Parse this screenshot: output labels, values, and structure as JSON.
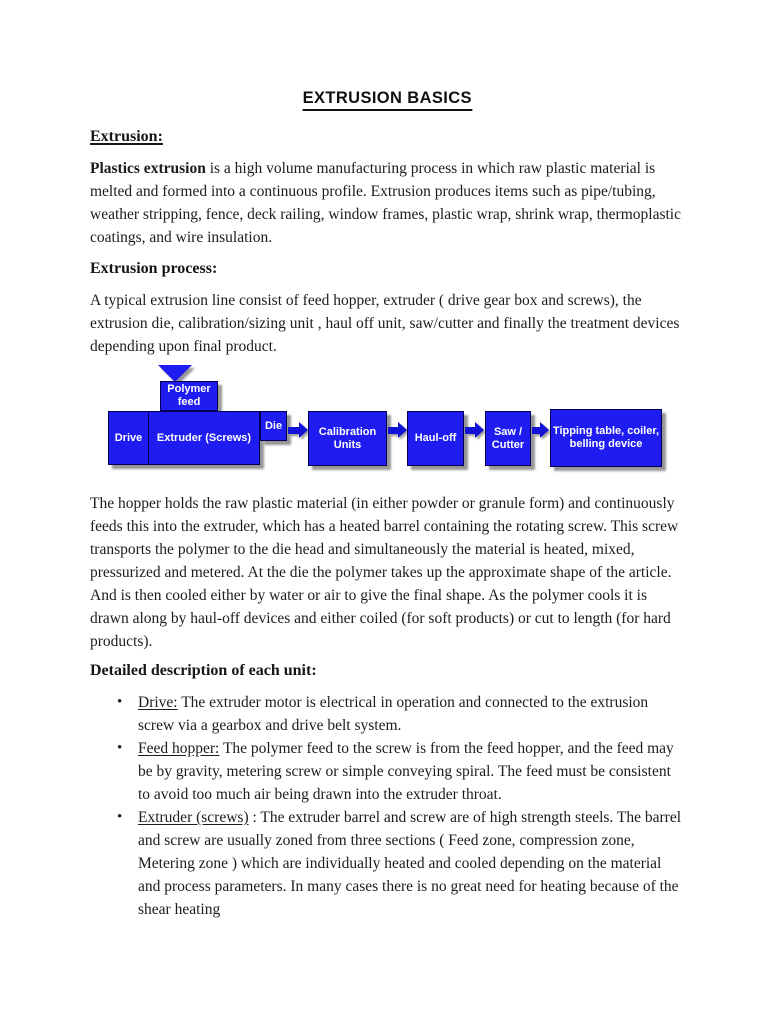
{
  "document": {
    "title": "EXTRUSION BASICS",
    "extrusion_heading": "Extrusion:",
    "intro_bold": "Plastics extrusion",
    "intro_rest": " is a high volume manufacturing process in which raw plastic material is melted and formed into a continuous profile. Extrusion produces items such as pipe/tubing, weather stripping, fence, deck railing, window frames, plastic wrap, shrink wrap, thermoplastic coatings, and wire insulation.",
    "process_heading": "Extrusion process:",
    "process_text": "A typical extrusion line consist of feed hopper, extruder ( drive gear box and screws), the extrusion die, calibration/sizing unit , haul off unit, saw/cutter and finally the treatment devices depending upon final product.",
    "hopper_text": "The hopper holds the raw plastic material (in either powder or granule form) and continuously feeds this into the extruder, which has a heated barrel containing the rotating screw. This screw transports the polymer to the die head and simultaneously the material is heated, mixed, pressurized and metered. At the die the polymer takes up the approximate shape of the article. And is then cooled either by water or air to give the final shape. As the polymer cools it is drawn along by haul-off devices and either coiled (for soft products) or cut to length (for hard products).",
    "detail_heading": "Detailed description of each unit:",
    "bullets": [
      {
        "term": "Drive:",
        "text": " The extruder motor is electrical in operation and connected to the extrusion screw via a gearbox and drive belt system."
      },
      {
        "term": "Feed hopper:",
        "text": " The polymer feed to the screw is from the feed hopper, and the feed may be by gravity, metering screw or simple conveying spiral. The feed must be consistent to avoid too much air being drawn into the extruder throat."
      },
      {
        "term": "Extruder (screws)",
        "text": " : The extruder barrel and screw are of high strength steels. The barrel and screw are usually zoned from three sections ( Feed zone, compression zone, Metering zone ) which are individually heated and cooled depending on the material and process parameters. In many cases there is no great need for heating because of the shear heating"
      }
    ]
  },
  "diagram": {
    "polymer_feed_label": "Polymer feed",
    "drive_label": "Drive",
    "extruder_label": "Extruder (Screws)",
    "die_label": "Die",
    "calibration_label": "Calibration Units",
    "hauloff_label": "Haul-off",
    "saw_label": "Saw / Cutter",
    "tipping_label": "Tipping table, coiler, belling device",
    "colors": {
      "box_fill": "#1e1cf0",
      "box_border": "#000050",
      "shadow": "#969696",
      "label_text": "#ffffff",
      "arrow": "#1313d8"
    }
  }
}
